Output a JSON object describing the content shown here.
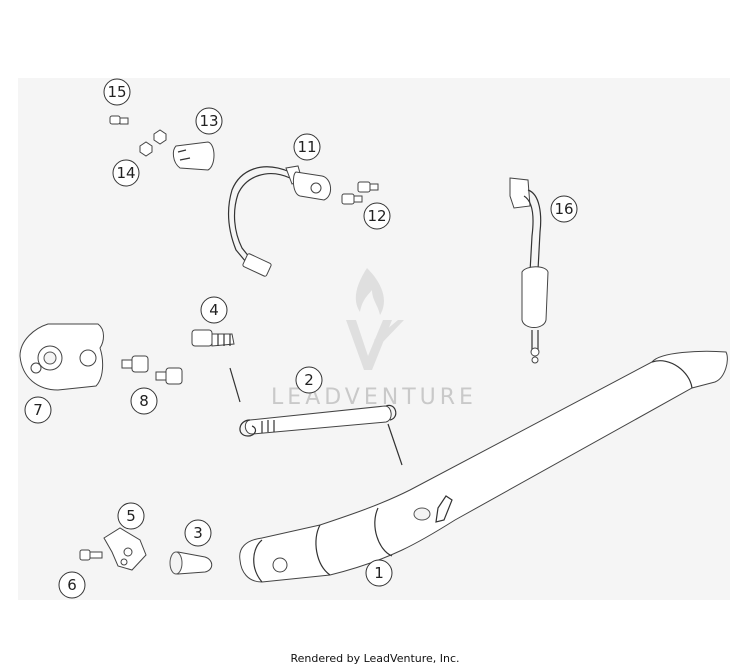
{
  "callouts": [
    {
      "id": "1",
      "label": "1"
    },
    {
      "id": "2",
      "label": "2"
    },
    {
      "id": "3",
      "label": "3"
    },
    {
      "id": "4",
      "label": "4"
    },
    {
      "id": "5",
      "label": "5"
    },
    {
      "id": "6",
      "label": "6"
    },
    {
      "id": "7",
      "label": "7"
    },
    {
      "id": "8",
      "label": "8"
    },
    {
      "id": "11",
      "label": "11"
    },
    {
      "id": "12",
      "label": "12"
    },
    {
      "id": "13",
      "label": "13"
    },
    {
      "id": "14",
      "label": "14"
    },
    {
      "id": "15",
      "label": "15"
    },
    {
      "id": "16",
      "label": "16"
    }
  ],
  "watermark": {
    "text": "LEADVENTURE",
    "color": "#c9c9c9"
  },
  "footer": {
    "text": "Rendered by LeadVenture, Inc."
  },
  "colors": {
    "panel_background": "#f5f5f5",
    "outline": "#444444"
  }
}
